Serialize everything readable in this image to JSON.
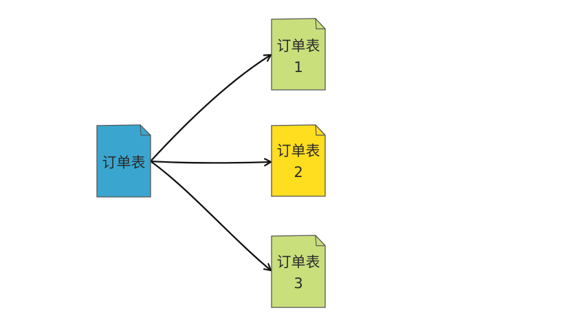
{
  "diagram": {
    "source": {
      "label": "订单表",
      "fill": "#3aa6d0"
    },
    "targets": [
      {
        "line1": "订单表",
        "line2": "1",
        "fill": "#c9df7c"
      },
      {
        "line1": "订单表",
        "line2": "2",
        "fill": "#ffdd1f"
      },
      {
        "line1": "订单表",
        "line2": "3",
        "fill": "#c9df7c"
      }
    ],
    "colors": {
      "stroke": "#555555",
      "arrow": "#111111"
    }
  }
}
